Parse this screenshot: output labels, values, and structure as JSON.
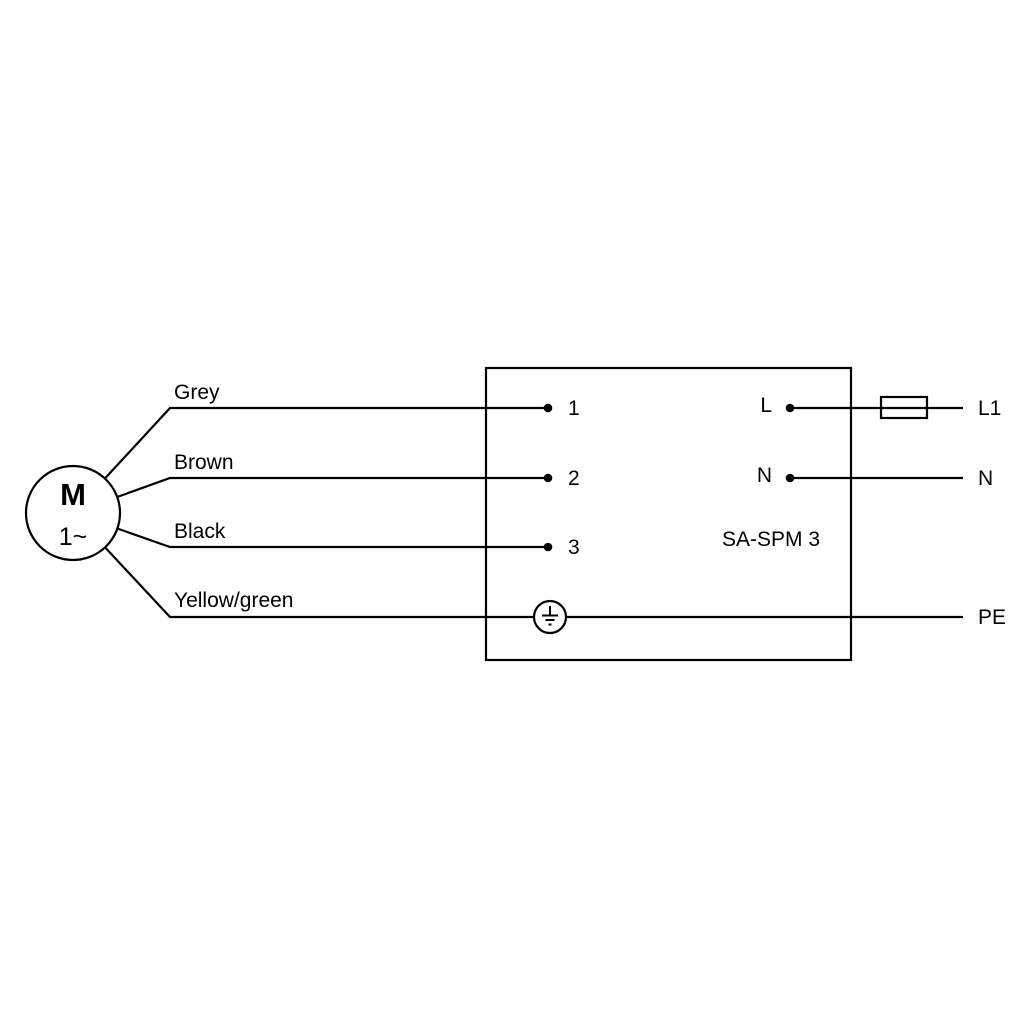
{
  "colors": {
    "line": "#000000",
    "background": "#ffffff"
  },
  "motor": {
    "symbol": "M",
    "phase": "1~"
  },
  "wire_labels": {
    "grey": "Grey",
    "brown": "Brown",
    "black": "Black",
    "yellow_green": "Yellow/green"
  },
  "box": {
    "model": "SA-SPM 3",
    "terminal_1": "1",
    "terminal_2": "2",
    "terminal_3": "3",
    "terminal_live": "L",
    "terminal_neutral": "N"
  },
  "supply": {
    "live": "L1",
    "neutral": "N",
    "earth": "PE"
  }
}
